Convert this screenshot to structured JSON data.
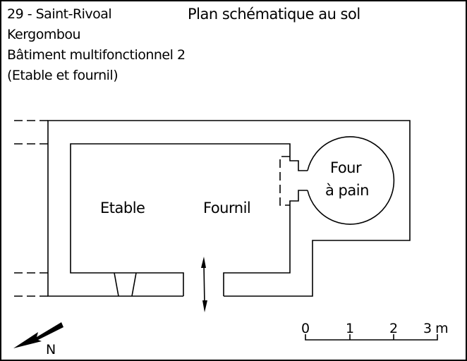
{
  "header": {
    "location_line1": "29 - Saint-Rivoal",
    "location_line2": "Kergombou",
    "building_line1": "Bâtiment multifonctionnel 2",
    "building_line2": "(Etable et fournil)",
    "title": "Plan schématique au sol"
  },
  "rooms": {
    "etable": "Etable",
    "fournil": "Fournil",
    "four_line1": "Four",
    "four_line2": "à pain"
  },
  "north": "N",
  "scale": {
    "ticks": [
      "0",
      "1",
      "2",
      "3 m"
    ]
  }
}
